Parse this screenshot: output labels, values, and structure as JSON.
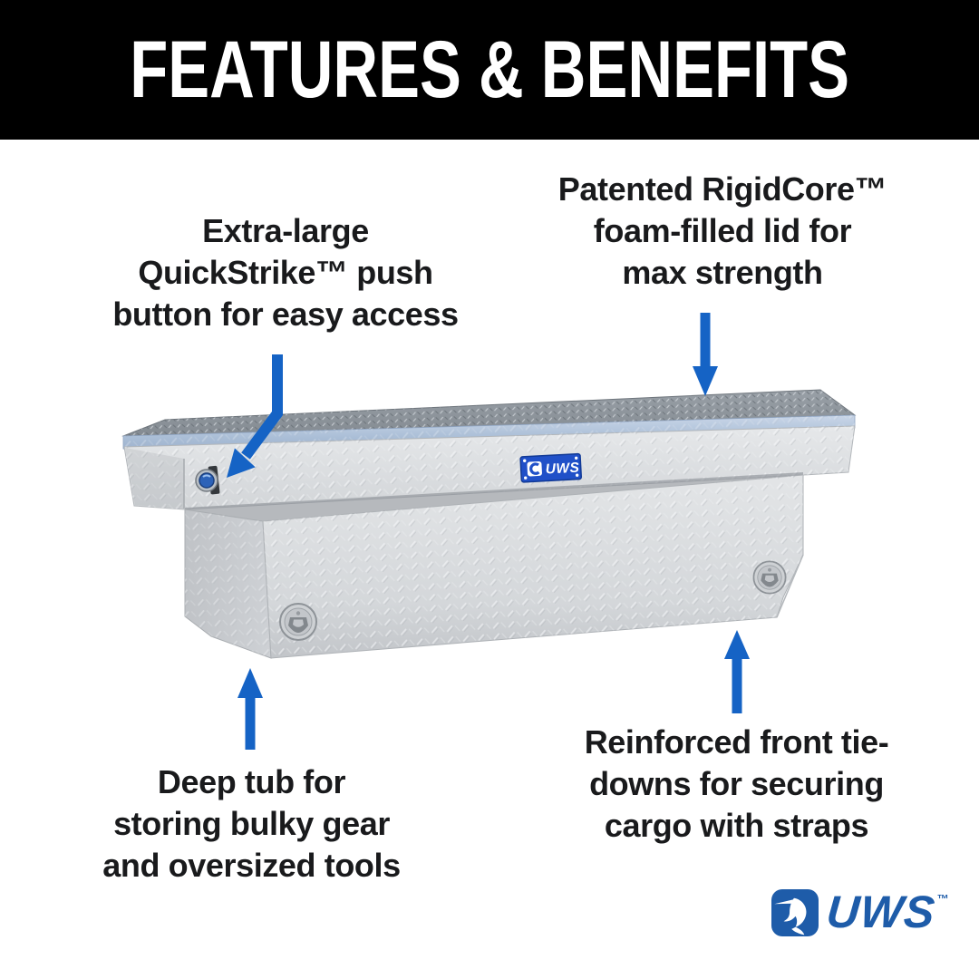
{
  "header": {
    "title": "FEATURES & BENEFITS"
  },
  "callouts": {
    "quickstrike": {
      "lines": [
        "Extra-large",
        "QuickStrike™ push",
        "button for easy access"
      ]
    },
    "rigidcore": {
      "lines": [
        "Patented RigidCore™",
        "foam-filled lid for",
        "max strength"
      ]
    },
    "deep_tub": {
      "lines": [
        "Deep tub for",
        "storing bulky gear",
        "and oversized tools"
      ]
    },
    "tie_downs": {
      "lines": [
        "Reinforced front tie-",
        "downs for securing",
        "cargo with straps"
      ]
    }
  },
  "product": {
    "badge_text": "UWS"
  },
  "logo": {
    "text": "UWS",
    "tm": "™"
  },
  "colors": {
    "banner_black": "#000000",
    "arrow_blue": "#1563c5",
    "badge_blue": "#2050c8",
    "logo_blue": "#1e5ca9"
  }
}
